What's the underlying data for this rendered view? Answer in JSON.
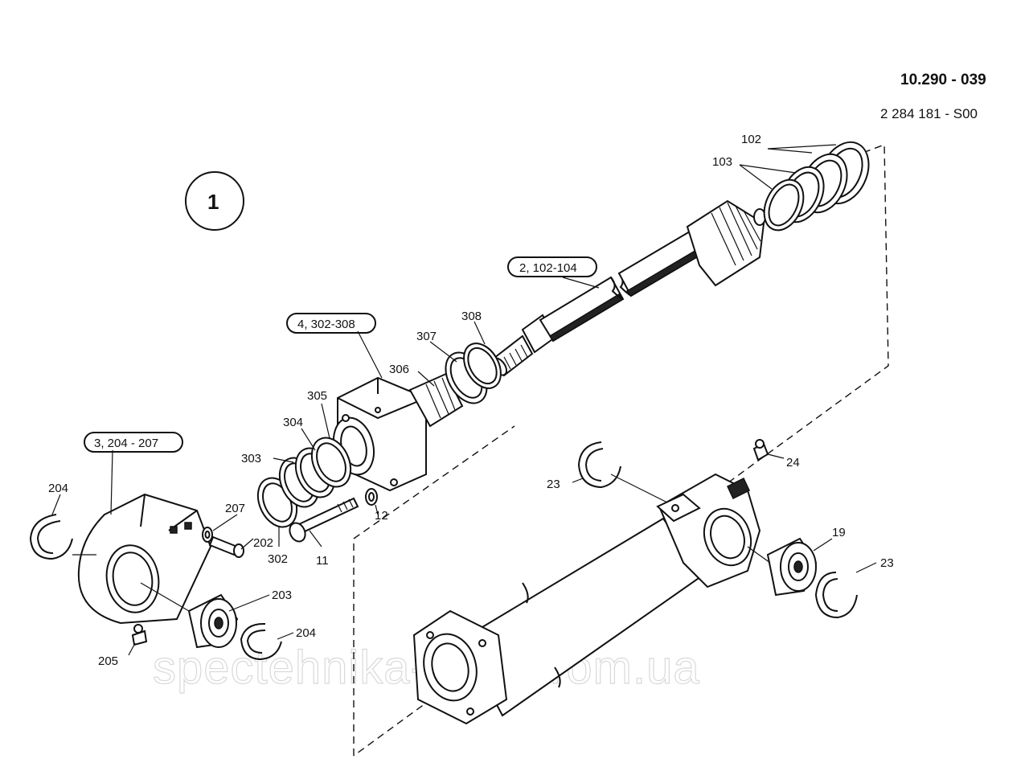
{
  "drawing": {
    "code_primary": "10.290 - 039",
    "code_secondary": "2 284 181 - S00",
    "group_number": "1",
    "watermark": "spectehnika-lvov.prom.ua"
  },
  "groups": {
    "piston_rod": "2, 102-104",
    "guide_head": "4, 302-308",
    "rod_eye": "3, 204 - 207"
  },
  "callouts": {
    "c102": "102",
    "c103": "103",
    "c308": "308",
    "c307": "307",
    "c306": "306",
    "c305": "305",
    "c304": "304",
    "c303": "303",
    "c302": "302",
    "c11": "11",
    "c12": "12",
    "c204a": "204",
    "c204b": "204",
    "c207": "207",
    "c202": "202",
    "c203": "203",
    "c205": "205",
    "c23a": "23",
    "c23b": "23",
    "c24": "24",
    "c19": "19"
  }
}
